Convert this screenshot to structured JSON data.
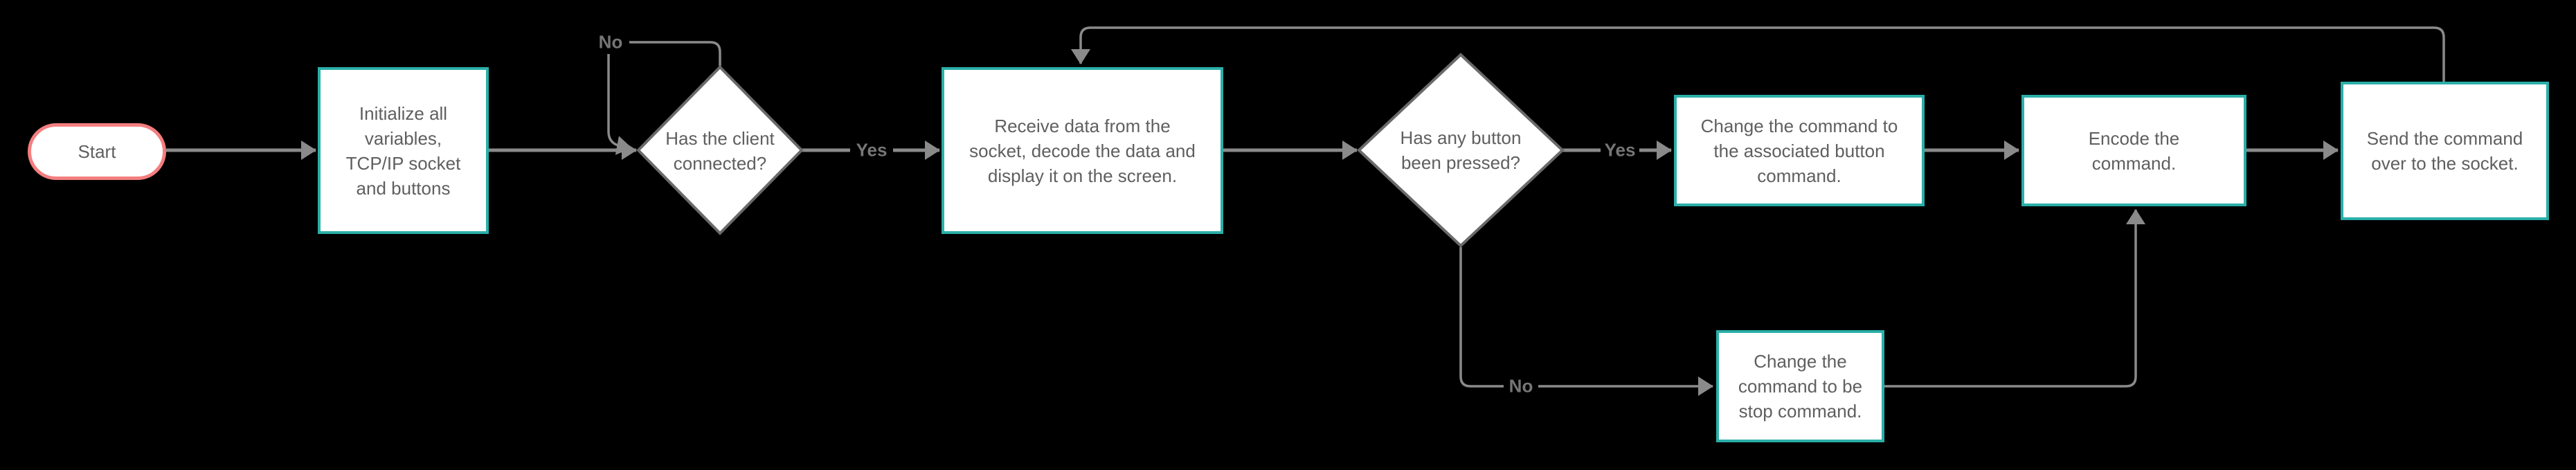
{
  "diagram": {
    "type": "flowchart",
    "background_color": "#000000",
    "colors": {
      "process_border": "#2aafa8",
      "terminator_border": "#f47e7e",
      "decision_border": "#6a6a6a",
      "connector": "#8a8a8a",
      "node_fill": "#ffffff",
      "node_text": "#5f5f5f",
      "edge_label_text": "#767676"
    },
    "nodes": {
      "start": {
        "type": "terminator",
        "label": "Start"
      },
      "initialize": {
        "type": "process",
        "label": "Initialize all\nvariables,\nTCP/IP socket\nand buttons"
      },
      "client_connected": {
        "type": "decision",
        "label": "Has the client\nconnected?"
      },
      "receive_data": {
        "type": "process",
        "label": "Receive data from the\nsocket, decode the data and\ndisplay it on the screen."
      },
      "button_pressed": {
        "type": "decision",
        "label": "Has any button\nbeen pressed?"
      },
      "change_button_command": {
        "type": "process",
        "label": "Change the command to\nthe associated button\ncommand."
      },
      "encode_command": {
        "type": "process",
        "label": "Encode the\ncommand."
      },
      "send_command": {
        "type": "process",
        "label": "Send the command\nover to the socket."
      },
      "stop_command": {
        "type": "process",
        "label": "Change the\ncommand to be\nstop command."
      }
    },
    "edge_labels": {
      "client_connected_no": "No",
      "client_connected_yes": "Yes",
      "button_pressed_yes": "Yes",
      "button_pressed_no": "No"
    }
  }
}
